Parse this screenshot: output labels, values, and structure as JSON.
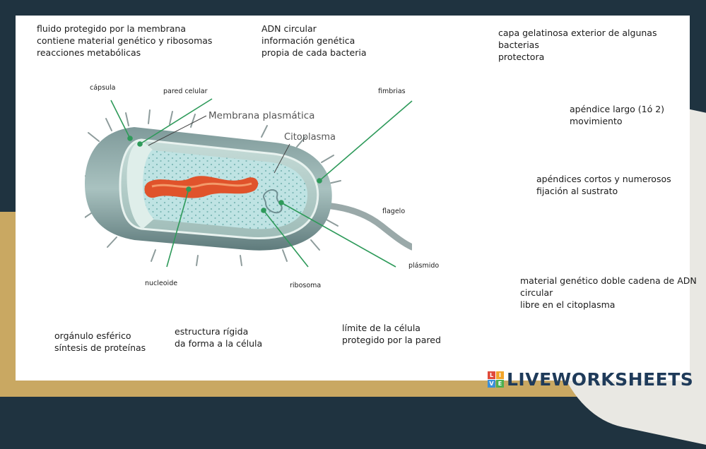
{
  "definitions": {
    "citoplasma": [
      "fluido protegido por la membrana",
      "contiene material genético y ribosomas",
      "reacciones metabólicas"
    ],
    "nucleoide": [
      "ADN circular",
      "información genética",
      "propia de cada bacteria"
    ],
    "capsula": [
      "capa gelatinosa exterior de algunas",
      "bacterias",
      "protectora"
    ],
    "flagelo": [
      "apéndice largo (1ó 2)",
      "movimiento"
    ],
    "fimbrias": [
      "apéndices cortos y numerosos",
      "fijación al sustrato"
    ],
    "plasmido": [
      "material genético doble cadena de ADN",
      "circular",
      "libre en el citoplasma"
    ],
    "ribosoma": [
      "orgánulo esférico",
      "síntesis de proteínas"
    ],
    "pared": [
      "estructura rígida",
      "da forma a la célula"
    ],
    "membrana": [
      "límite de la célula",
      "protegido por la pared"
    ]
  },
  "labels": {
    "capsula": "cápsula",
    "pared_celular": "pared celular",
    "fimbrias": "fimbrias",
    "flagelo": "flagelo",
    "plasmido": "plásmido",
    "nucleoide": "nucleoide",
    "ribosoma": "ribosoma"
  },
  "image_labels": {
    "membrana_plasmatica": "Membrana plasmática",
    "citoplasma": "Citoplasma"
  },
  "brand": {
    "badge": [
      "L",
      "I",
      "V",
      "E"
    ],
    "text": "LIVEWORKSHEETS"
  },
  "colors": {
    "background_dark": "#1f3340",
    "background_gold": "#c9a862",
    "leader_line": "#2e9a5a",
    "brand": "#1f3b5a"
  }
}
